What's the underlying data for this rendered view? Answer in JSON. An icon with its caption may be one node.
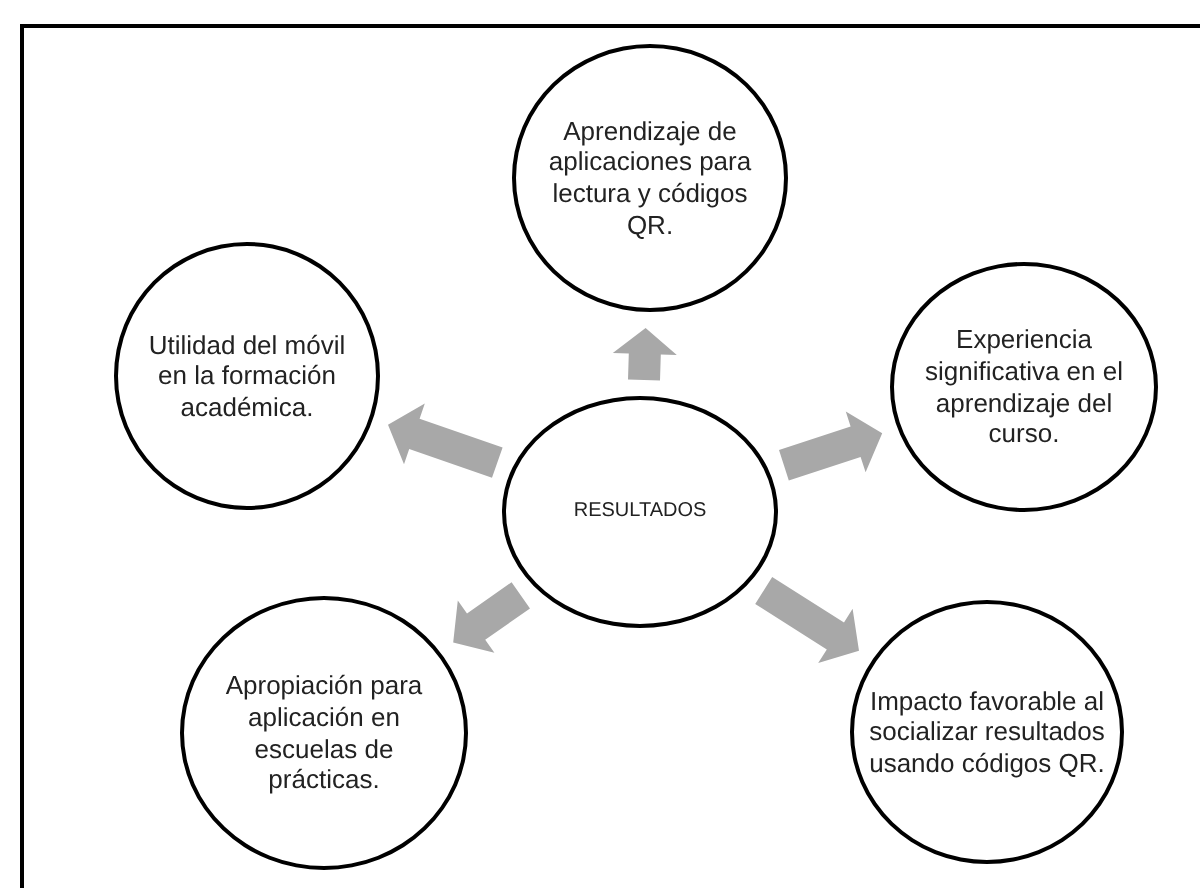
{
  "diagram": {
    "nodes": [
      {
        "text": [
          "Aprendizaje de aplicaciones para lectura y códigos QR."
        ]
      },
      {
        "text": [
          "Utilidad del móvil en la formación académica."
        ]
      },
      {
        "text": [
          "Experiencia significativa en el aprendizaje del curso."
        ]
      },
      {
        "text": [
          "RESULTADOS"
        ]
      },
      {
        "text": [
          "Apropiación para aplicación en escuelas de prácticas."
        ]
      },
      {
        "text": [
          "Impacto favorable al socializar resultados usando códigos QR."
        ]
      }
    ],
    "edges": [
      {
        "from": 3,
        "to": 0,
        "arrow": "to"
      },
      {
        "from": 3,
        "to": 1,
        "arrow": "to"
      },
      {
        "from": 3,
        "to": 2,
        "arrow": "to"
      },
      {
        "from": 3,
        "to": 4,
        "arrow": "to"
      },
      {
        "from": 3,
        "to": 5,
        "arrow": "to"
      }
    ]
  }
}
